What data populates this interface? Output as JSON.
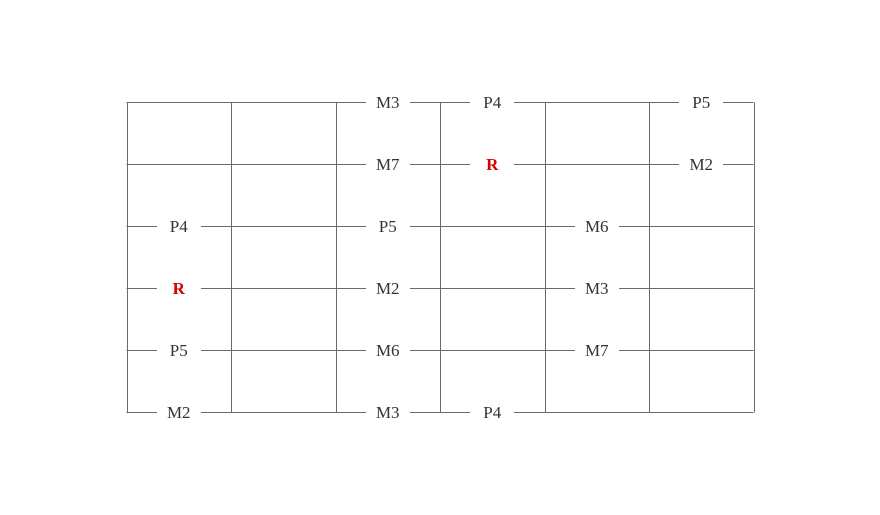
{
  "diagram": {
    "frets": 6,
    "strings": 6,
    "root_color": "#d40000",
    "line_color": "#6b6b6b",
    "notes": [
      {
        "string": 0,
        "fret": 2,
        "label": "M3"
      },
      {
        "string": 0,
        "fret": 3,
        "label": "P4"
      },
      {
        "string": 0,
        "fret": 5,
        "label": "P5"
      },
      {
        "string": 1,
        "fret": 2,
        "label": "M7"
      },
      {
        "string": 1,
        "fret": 3,
        "label": "R",
        "root": true
      },
      {
        "string": 1,
        "fret": 5,
        "label": "M2"
      },
      {
        "string": 2,
        "fret": 0,
        "label": "P4"
      },
      {
        "string": 2,
        "fret": 2,
        "label": "P5"
      },
      {
        "string": 2,
        "fret": 4,
        "label": "M6"
      },
      {
        "string": 3,
        "fret": 0,
        "label": "R",
        "root": true
      },
      {
        "string": 3,
        "fret": 2,
        "label": "M2"
      },
      {
        "string": 3,
        "fret": 4,
        "label": "M3"
      },
      {
        "string": 4,
        "fret": 0,
        "label": "P5"
      },
      {
        "string": 4,
        "fret": 2,
        "label": "M6"
      },
      {
        "string": 4,
        "fret": 4,
        "label": "M7"
      },
      {
        "string": 5,
        "fret": 0,
        "label": "M2"
      },
      {
        "string": 5,
        "fret": 2,
        "label": "M3"
      },
      {
        "string": 5,
        "fret": 3,
        "label": "P4"
      }
    ]
  }
}
